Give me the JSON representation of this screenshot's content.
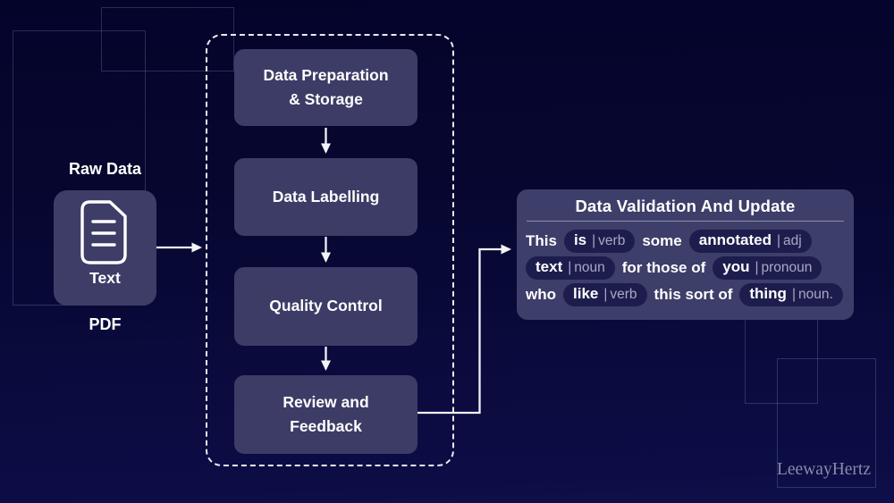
{
  "colors": {
    "background_top": "#04042b",
    "background_bottom": "#0e0e49",
    "card_fill": "#3d3d68",
    "pill_fill": "#1d1d4d",
    "pill_tag_text": "#a8a8c6",
    "primary_text": "#ffffff",
    "connector": "#f2f2f7",
    "deco_border": "#8c96d2",
    "watermark_text": "#8b8ba8"
  },
  "raw_data": {
    "title": "Raw Data",
    "icon": "document-icon",
    "icon_label": "Text",
    "format_label": "PDF"
  },
  "pipeline": {
    "steps": [
      {
        "label": "Data Preparation\n& Storage"
      },
      {
        "label": "Data Labelling"
      },
      {
        "label": "Quality Control"
      },
      {
        "label": "Review and\nFeedback"
      }
    ]
  },
  "validation": {
    "title": "Data Validation And Update",
    "lines": [
      {
        "tokens": [
          {
            "type": "text",
            "text": "This"
          },
          {
            "type": "pill",
            "word": "is",
            "sep": "|",
            "tag": "verb"
          },
          {
            "type": "text",
            "text": "some"
          },
          {
            "type": "pill",
            "word": "annotated",
            "sep": "|",
            "tag": "adj"
          }
        ]
      },
      {
        "tokens": [
          {
            "type": "pill",
            "word": "text",
            "sep": "|",
            "tag": "noun"
          },
          {
            "type": "text",
            "text": "for those of"
          },
          {
            "type": "pill",
            "word": "you",
            "sep": "|",
            "tag": "pronoun"
          }
        ]
      },
      {
        "tokens": [
          {
            "type": "text",
            "text": "who"
          },
          {
            "type": "pill",
            "word": "like",
            "sep": "|",
            "tag": "verb"
          },
          {
            "type": "text",
            "text": "this sort of"
          },
          {
            "type": "pill",
            "word": "thing",
            "sep": "|",
            "tag": "noun."
          }
        ]
      }
    ]
  },
  "watermark": "LeewayHertz"
}
